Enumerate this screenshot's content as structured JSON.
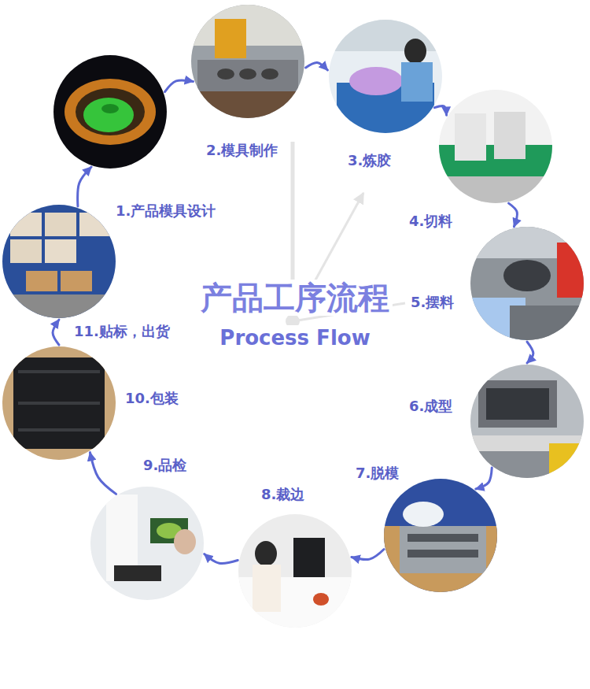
{
  "diagram": {
    "title": "产品工序流程",
    "nodes": [
      {
        "text": [
          "1.产品模具设计"
        ]
      },
      {
        "text": [
          "2.模具制作"
        ]
      },
      {
        "text": [
          "3.炼胶"
        ]
      },
      {
        "text": [
          "4.切料"
        ]
      },
      {
        "text": [
          "5.摆料"
        ]
      },
      {
        "text": [
          "6.成型"
        ]
      },
      {
        "text": [
          "7.脱模"
        ]
      },
      {
        "text": [
          "8.裁边"
        ]
      },
      {
        "text": [
          "9.品检"
        ]
      },
      {
        "text": [
          "10.包装"
        ]
      },
      {
        "text": [
          "11.贴标，出货"
        ]
      }
    ],
    "edges": [
      {
        "from": 0,
        "to": 1,
        "arrow": "to"
      },
      {
        "from": 1,
        "to": 2,
        "arrow": "to"
      },
      {
        "from": 2,
        "to": 3,
        "arrow": "to"
      },
      {
        "from": 3,
        "to": 4,
        "arrow": "to"
      },
      {
        "from": 4,
        "to": 5,
        "arrow": "to"
      },
      {
        "from": 5,
        "to": 6,
        "arrow": "to"
      },
      {
        "from": 6,
        "to": 7,
        "arrow": "to"
      },
      {
        "from": 7,
        "to": 8,
        "arrow": "to"
      },
      {
        "from": 8,
        "to": 9,
        "arrow": "to"
      },
      {
        "from": 9,
        "to": 10,
        "arrow": "to"
      },
      {
        "from": 10,
        "to": 0,
        "arrow": "to"
      }
    ],
    "labels": [
      "Process Flow"
    ]
  }
}
